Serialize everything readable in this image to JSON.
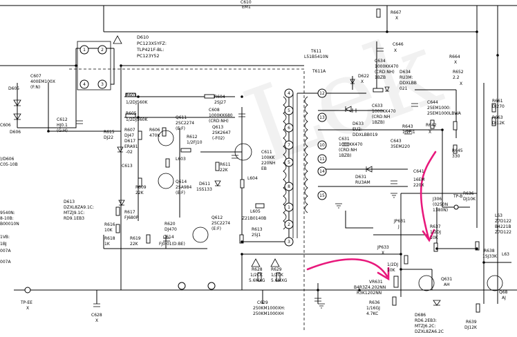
{
  "watermark": "Lek",
  "labels": [
    {
      "id": "c610",
      "t": "C610"
    },
    {
      "id": "em1",
      "t": "EM1"
    },
    {
      "id": "r667",
      "t": "R667"
    },
    {
      "id": "r667x",
      "t": "X"
    },
    {
      "id": "d610",
      "t": "D610"
    },
    {
      "id": "pc123a",
      "t": "PC123X5YFZ:"
    },
    {
      "id": "pc123b",
      "t": "TLP421F-BL:"
    },
    {
      "id": "pc123c",
      "t": "PC123Y52"
    },
    {
      "id": "c646",
      "t": "C646"
    },
    {
      "id": "c646x",
      "t": "X"
    },
    {
      "id": "r664",
      "t": "R664"
    },
    {
      "id": "r664x",
      "t": "X"
    },
    {
      "id": "t611",
      "t": "T611"
    },
    {
      "id": "l51",
      "t": "L51B5410N"
    },
    {
      "id": "t611a",
      "t": "T611A"
    },
    {
      "id": "c634a",
      "t": "C634"
    },
    {
      "id": "c634b",
      "t": "1000KK470"
    },
    {
      "id": "c634c",
      "t": "(CRD:NH)"
    },
    {
      "id": "c634d",
      "t": "1BZB"
    },
    {
      "id": "d634a",
      "t": "D634"
    },
    {
      "id": "d634b",
      "t": "RU3M:"
    },
    {
      "id": "d634c",
      "t": "DDXLBB"
    },
    {
      "id": "d634d",
      "t": "021"
    },
    {
      "id": "d622",
      "t": "D622"
    },
    {
      "id": "d622x",
      "t": "X"
    },
    {
      "id": "r652a",
      "t": "R652"
    },
    {
      "id": "r652b",
      "t": "2.2"
    },
    {
      "id": "r652c",
      "t": "X"
    },
    {
      "id": "c607a",
      "t": "C607"
    },
    {
      "id": "c607b",
      "t": "400EM100X"
    },
    {
      "id": "c607c",
      "t": "(F:N)"
    },
    {
      "id": "d605",
      "t": "D605"
    },
    {
      "id": "r603a",
      "t": "R603"
    },
    {
      "id": "r603b",
      "t": "1/2DJ560K"
    },
    {
      "id": "r604a",
      "t": "R604"
    },
    {
      "id": "r604b",
      "t": "2SJ27"
    },
    {
      "id": "c608a",
      "t": "C608"
    },
    {
      "id": "c608b",
      "t": "1000KK680"
    },
    {
      "id": "c608c",
      "t": "(CRD:NH)"
    },
    {
      "id": "q613a",
      "t": "Q613"
    },
    {
      "id": "q613b",
      "t": "2SK2647"
    },
    {
      "id": "q613c",
      "t": "(-F02)"
    },
    {
      "id": "r605a",
      "t": "R605"
    },
    {
      "id": "r605b",
      "t": "1/2DJ560K"
    },
    {
      "id": "q611a",
      "t": "Q611"
    },
    {
      "id": "q611b",
      "t": "2SC2274"
    },
    {
      "id": "q611c",
      "t": "(E:F)"
    },
    {
      "id": "c644a",
      "t": "C644"
    },
    {
      "id": "c644b",
      "t": "25EM1000:"
    },
    {
      "id": "c644c",
      "t": "25EM1000LBWA"
    },
    {
      "id": "r661a",
      "t": "R661"
    },
    {
      "id": "r661b",
      "t": "DJ270"
    },
    {
      "id": "r663a",
      "t": "R663"
    },
    {
      "id": "r663b",
      "t": "DJ12K"
    },
    {
      "id": "c606",
      "t": "C606"
    },
    {
      "id": "d606",
      "t": "D606"
    },
    {
      "id": "c612a",
      "t": "C612"
    },
    {
      "id": "c612b",
      "t": "HJ0.1"
    },
    {
      "id": "c612c",
      "t": "(G:H)"
    },
    {
      "id": "r615a",
      "t": "R615"
    },
    {
      "id": "r615b",
      "t": "DJ22"
    },
    {
      "id": "r607a",
      "t": "R607"
    },
    {
      "id": "r607b",
      "t": "DJ47"
    },
    {
      "id": "r606a",
      "t": "R606"
    },
    {
      "id": "r606b",
      "t": "470K"
    },
    {
      "id": "c633a",
      "t": "C633"
    },
    {
      "id": "c633b",
      "t": "1000KK470"
    },
    {
      "id": "c633c",
      "t": "(CRD:NH"
    },
    {
      "id": "c633d",
      "t": "1BZB)"
    },
    {
      "id": "r643a",
      "t": "R643"
    },
    {
      "id": "r643b",
      "t": "1/2FJ1"
    },
    {
      "id": "r642a",
      "t": "R642"
    },
    {
      "id": "r642b",
      "t": "X"
    },
    {
      "id": "d633a",
      "t": "D633"
    },
    {
      "id": "d633b",
      "t": "EU2:"
    },
    {
      "id": "d633c",
      "t": "DDXLBB019"
    },
    {
      "id": "c643a",
      "t": "C643"
    },
    {
      "id": "c643b",
      "t": "35EM220"
    },
    {
      "id": "d617a",
      "t": "D617"
    },
    {
      "id": "d617b",
      "t": "ERA91"
    },
    {
      "id": "d617c",
      "t": "-02"
    },
    {
      "id": "r612a",
      "t": "R612"
    },
    {
      "id": "r612b",
      "t": "1/2FJ10"
    },
    {
      "id": "c631a",
      "t": "C631"
    },
    {
      "id": "c631b",
      "t": "1000KK470"
    },
    {
      "id": "c631c",
      "t": "(CRD:NH"
    },
    {
      "id": "c631d",
      "t": "1BZB)"
    },
    {
      "id": "r645a",
      "t": "R645"
    },
    {
      "id": "r645b",
      "t": "330"
    },
    {
      "id": "c611a",
      "t": "C611"
    },
    {
      "id": "c611b",
      "t": "100KK"
    },
    {
      "id": "c611c",
      "t": "220NH"
    },
    {
      "id": "c611d",
      "t": "EB"
    },
    {
      "id": "r611a",
      "t": "R611"
    },
    {
      "id": "r611b",
      "t": "22K"
    },
    {
      "id": "c613",
      "t": "C613"
    },
    {
      "id": "l603",
      "t": "L603"
    },
    {
      "id": "q614a",
      "t": "Q614"
    },
    {
      "id": "q614b",
      "t": "2SA984"
    },
    {
      "id": "q614c",
      "t": "(E:F)"
    },
    {
      "id": "r609a",
      "t": "R609"
    },
    {
      "id": "r609b",
      "t": "22K"
    },
    {
      "id": "d611a",
      "t": "D611"
    },
    {
      "id": "d611b",
      "t": "1SS133"
    },
    {
      "id": "l604",
      "t": "L604"
    },
    {
      "id": "c641a",
      "t": "C641"
    },
    {
      "id": "c641b",
      "t": "16EM"
    },
    {
      "id": "c641c",
      "t": "220X"
    },
    {
      "id": "d631a",
      "t": "D631"
    },
    {
      "id": "d631b",
      "t": "RU3AM"
    },
    {
      "id": "r636x",
      "t": "R636"
    },
    {
      "id": "r636y",
      "t": "DJ10K"
    },
    {
      "id": "d613a",
      "t": "D613"
    },
    {
      "id": "d613b",
      "t": "DZXL8ZA9.1C:"
    },
    {
      "id": "d613c",
      "t": "MTZJ9.1C:"
    },
    {
      "id": "d613d",
      "t": "RD9.1EB3"
    },
    {
      "id": "l605a",
      "t": "L605"
    },
    {
      "id": "l605b",
      "t": "Z21B0140B"
    },
    {
      "id": "j306a",
      "t": "J306"
    },
    {
      "id": "j306b",
      "t": "(0250N"
    },
    {
      "id": "j306c",
      "t": "1380N)"
    },
    {
      "id": "tpb",
      "t": "TP-B"
    },
    {
      "id": "r617a",
      "t": "R617"
    },
    {
      "id": "r617b",
      "t": "FJ680P"
    },
    {
      "id": "r620a",
      "t": "R620"
    },
    {
      "id": "r620b",
      "t": "DJ470"
    },
    {
      "id": "q612a",
      "t": "Q612"
    },
    {
      "id": "q612b",
      "t": "2SC2274"
    },
    {
      "id": "q612c",
      "t": "(E:F)"
    },
    {
      "id": "r616a",
      "t": "R616"
    },
    {
      "id": "r616b",
      "t": "10K"
    },
    {
      "id": "r618a",
      "t": "R618"
    },
    {
      "id": "r618b",
      "t": "1K"
    },
    {
      "id": "r619a",
      "t": "R619"
    },
    {
      "id": "r619b",
      "t": "22K"
    },
    {
      "id": "c614a",
      "t": "C614"
    },
    {
      "id": "c614b",
      "t": "FJ0.01(D:BE)"
    },
    {
      "id": "r613a",
      "t": "R613"
    },
    {
      "id": "r613b",
      "t": "2SJ1"
    },
    {
      "id": "jp631a",
      "t": "JP631"
    },
    {
      "id": "jp631b",
      "t": "J"
    },
    {
      "id": "r637a",
      "t": "R637"
    },
    {
      "id": "r637b",
      "t": "1/2DJ"
    },
    {
      "id": "r637c",
      "t": "10K"
    },
    {
      "id": "jp633a",
      "t": "JP633"
    },
    {
      "id": "jp633b",
      "t": "X"
    },
    {
      "id": "r638a",
      "t": "R638"
    },
    {
      "id": "r638b",
      "t": "1SJ33K"
    },
    {
      "id": "r628a",
      "t": "R628"
    },
    {
      "id": "r628b",
      "t": "1/2CK"
    },
    {
      "id": "r628c",
      "t": "5.6MXG"
    },
    {
      "id": "r629a",
      "t": "R629"
    },
    {
      "id": "r629b",
      "t": "1/2CK"
    },
    {
      "id": "r629c",
      "t": "5.6MXG"
    },
    {
      "id": "r635a",
      "t": "1/2DJ"
    },
    {
      "id": "r635b",
      "t": "10K"
    },
    {
      "id": "vr631a",
      "t": "VR631"
    },
    {
      "id": "vr631b",
      "t": "B4R3Z4.202NN"
    },
    {
      "id": "vr631c",
      "t": "R3K1202NN"
    },
    {
      "id": "q631a",
      "t": "Q631"
    },
    {
      "id": "q631b",
      "t": "AH"
    },
    {
      "id": "l63",
      "t": "L63"
    },
    {
      "id": "q68a",
      "t": "Q68"
    },
    {
      "id": "q68b",
      "t": "AJ"
    },
    {
      "id": "tpee",
      "t": "TP-EE"
    },
    {
      "id": "tpeex",
      "t": "X"
    },
    {
      "id": "c628a",
      "t": "C628"
    },
    {
      "id": "c628b",
      "t": "X"
    },
    {
      "id": "c629a",
      "t": "C629"
    },
    {
      "id": "c629b",
      "t": "250KM1000XH:"
    },
    {
      "id": "c629c",
      "t": "250KM1000XH"
    },
    {
      "id": "r636a",
      "t": "R636"
    },
    {
      "id": "r636b",
      "t": "1/16GJ"
    },
    {
      "id": "r636c",
      "t": "4.7KC"
    },
    {
      "id": "d686a",
      "t": "D686"
    },
    {
      "id": "d686b",
      "t": "RD6.2EB3:"
    },
    {
      "id": "d686c",
      "t": "MTZJ6.2C:"
    },
    {
      "id": "d686d",
      "t": "DZXL8ZA6.2C"
    },
    {
      "id": "r639a",
      "t": "R639"
    },
    {
      "id": "r639b",
      "t": "DJ12K"
    },
    {
      "id": "lft1",
      "t": ")/D606"
    },
    {
      "id": "lft2",
      "t": "C05-10B"
    },
    {
      "id": "lft3",
      "t": "9540N:"
    },
    {
      "id": "lft4",
      "t": "8-10B:"
    },
    {
      "id": "lft5",
      "t": "B00010N"
    },
    {
      "id": "lft6",
      "t": "1VB:"
    },
    {
      "id": "lft7",
      "t": "1BJ"
    },
    {
      "id": "lft8",
      "t": "007A"
    },
    {
      "id": "lft9",
      "t": "007A"
    },
    {
      "id": "rt1",
      "t": "L63"
    },
    {
      "id": "rt2",
      "t": "Z7D122"
    },
    {
      "id": "rt3",
      "t": "B4221B"
    },
    {
      "id": "rt4",
      "t": "Z7D122"
    }
  ],
  "pins": [
    "1",
    "2",
    "3",
    "4",
    "4",
    "5",
    "6",
    "7",
    "8",
    "1",
    "2",
    "3",
    "5",
    "12",
    "13",
    "10",
    "11",
    "14",
    "15"
  ]
}
